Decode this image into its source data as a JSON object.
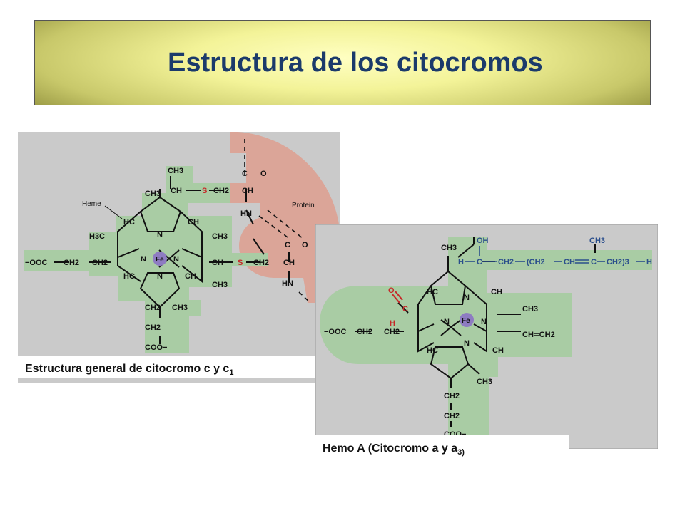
{
  "slide": {
    "title": "Estructura de los citocromos"
  },
  "figure_left": {
    "caption_main": "Estructura general de citocromo c y c",
    "caption_sub": "1",
    "label_heme": "Heme",
    "label_protein": "Protein",
    "atoms": {
      "fe": "Fe",
      "n": "N",
      "hc": "HC",
      "ch": "CH",
      "ch3": "CH3",
      "h3c": "H3C",
      "ch2": "CH2",
      "coo": "COO−",
      "ooc": "−OOC",
      "s": "S",
      "hn": "HN",
      "c": "C",
      "o": "O"
    },
    "colors": {
      "heme_fill": "#a9cca4",
      "protein_fill": "#dba598",
      "background": "#cacaca",
      "iron": "#8e7cc2",
      "sulfur": "#c62828"
    }
  },
  "figure_right": {
    "caption_main": "Hemo A (Citocromo a y a",
    "caption_sub": "3)",
    "atoms": {
      "oh": "OH",
      "h": "H",
      "c": "C",
      "ch2": "CH2",
      "ch2_paren": "(CH2",
      "ch": "CH",
      "ch3": "CH3",
      "ch2_end": "CH2)3",
      "ch_double_ch2": "CH═CH2",
      "coo": "COO−",
      "ooc": "−OOC",
      "o": "O",
      "fe": "Fe",
      "n": "N",
      "hc": "HC"
    },
    "colors": {
      "heme_fill": "#a9cca4",
      "background": "#cacaca",
      "iron": "#8e7cc2",
      "formyl": "#c62828",
      "chain_text": "#2a4e8c"
    }
  }
}
